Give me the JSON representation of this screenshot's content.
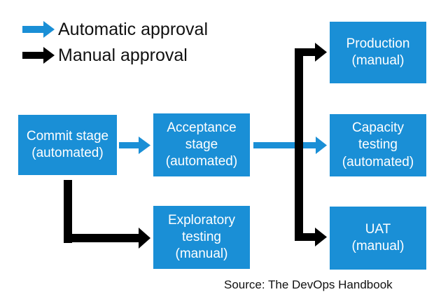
{
  "colors": {
    "automatic": "#1a8fd6",
    "manual": "#000000",
    "box_fill": "#1a8fd6",
    "box_text": "#ffffff"
  },
  "legend": {
    "automatic_label": "Automatic approval",
    "manual_label": "Manual approval"
  },
  "stages": {
    "commit": {
      "line1": "Commit stage",
      "line2": "(automated)"
    },
    "acceptance": {
      "line1": "Acceptance",
      "line2": "stage",
      "line3": "(automated)"
    },
    "exploratory": {
      "line1": "Exploratory",
      "line2": "testing",
      "line3": "(manual)"
    },
    "production": {
      "line1": "Production",
      "line2": "(manual)"
    },
    "capacity": {
      "line1": "Capacity",
      "line2": "testing",
      "line3": "(automated)"
    },
    "uat": {
      "line1": "UAT",
      "line2": "(manual)"
    }
  },
  "source": "Source: The DevOps Handbook"
}
